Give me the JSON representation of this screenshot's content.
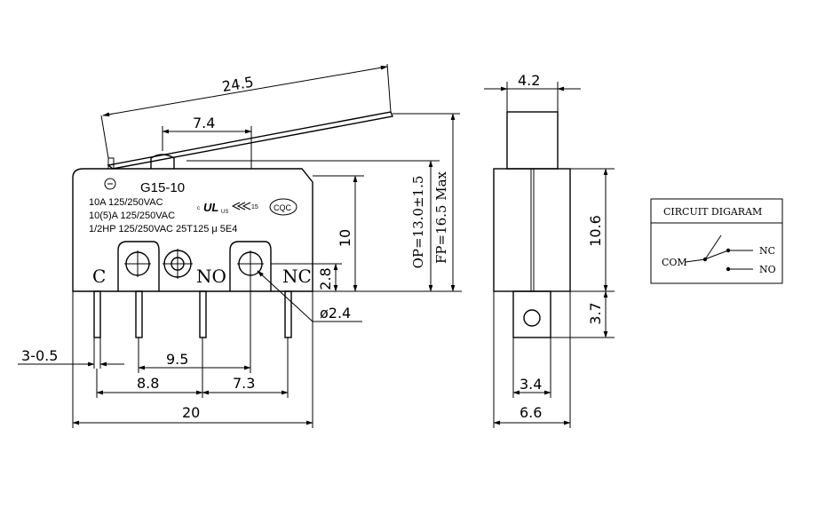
{
  "front_view": {
    "lever_length": "24.5",
    "plunger_offset": "7.4",
    "model": "G15-10",
    "ratings": [
      "10A 125/250VAC",
      "10(5)A 125/250VAC",
      "1/2HP 125/250VAC 25T125 μ 5E4"
    ],
    "cert_marks": [
      "c",
      "UL",
      "US",
      "CQC",
      "15"
    ],
    "terminal_labels": [
      "C",
      "NO",
      "NC"
    ],
    "height": "10",
    "hole_height": "2.8",
    "op_height": "OP=13.0±1.5",
    "fp_height": "FP=16.5 Max",
    "hole_diameter": "ø2.4",
    "pin_thickness": "3-0.5",
    "pin_spacing_c_nc": "9.5",
    "pin_spacing_c_no": "8.8",
    "pin_spacing_no_nc": "7.3",
    "body_width": "20"
  },
  "side_view": {
    "plunger_width": "4.2",
    "body_height": "10.6",
    "terminal_height": "3.7",
    "terminal_width": "3.4",
    "body_depth": "6.6"
  },
  "circuit_diagram": {
    "title": "CIRCUIT DIGARAM",
    "com_label": "COM",
    "nc_label": "NC",
    "no_label": "NO"
  }
}
